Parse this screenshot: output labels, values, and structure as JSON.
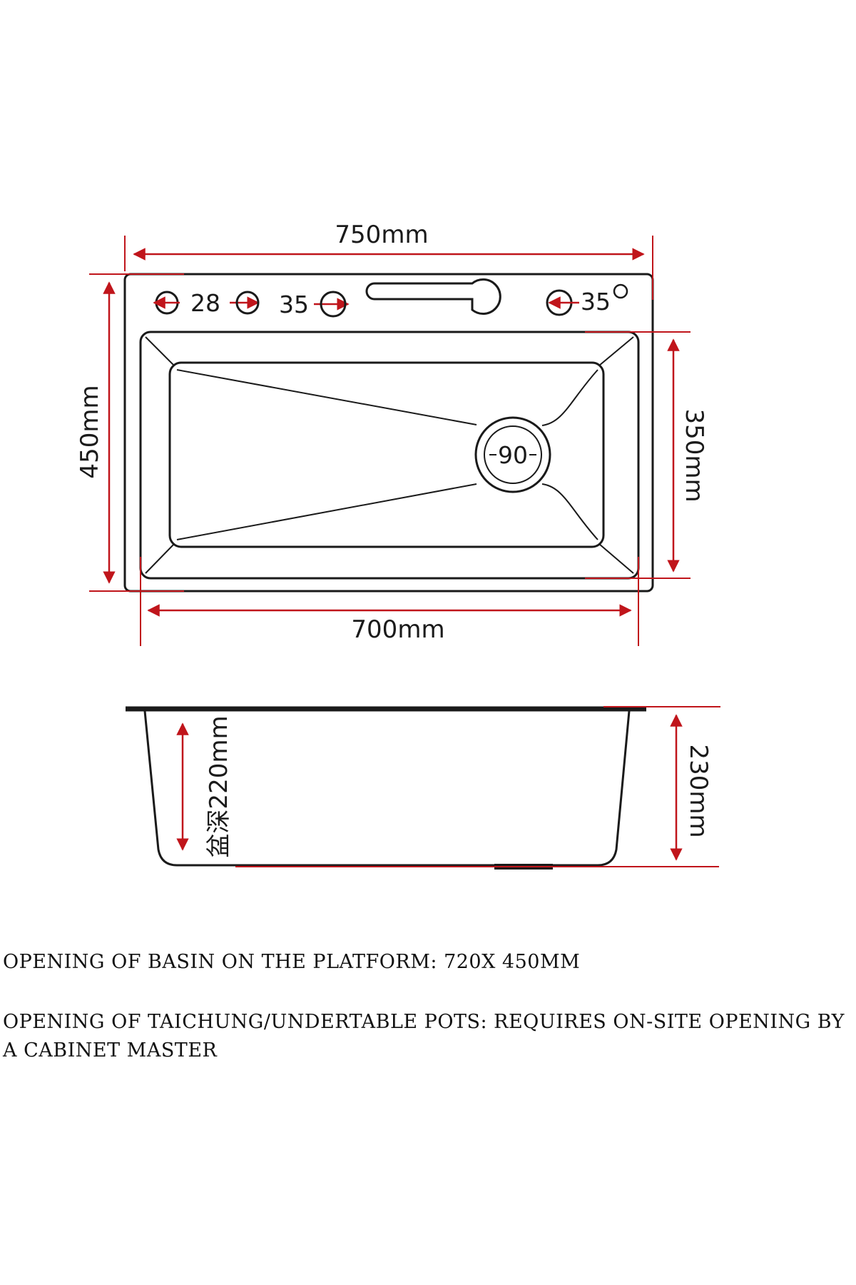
{
  "top_view": {
    "overall_width": "750mm",
    "overall_depth": "450mm",
    "basin_width": "700mm",
    "basin_depth": "350mm",
    "tap_holes": [
      "28",
      "35",
      "35"
    ],
    "drain_label": "90"
  },
  "side_view": {
    "basin_depth_label": "盆深220mm",
    "total_height": "230mm"
  },
  "notes": [
    "OPENING OF BASIN ON THE PLATFORM: 720X 450MM",
    "OPENING OF TAICHUNG/UNDERTABLE POTS: REQUIRES ON-SITE OPENING BY A CABINET MASTER"
  ],
  "colors": {
    "dimension": "#c0151b",
    "outline": "#1a1a1a"
  },
  "icons": {
    "tap_hole": "circle-arrow-icon",
    "drain": "drain-circle-icon"
  }
}
